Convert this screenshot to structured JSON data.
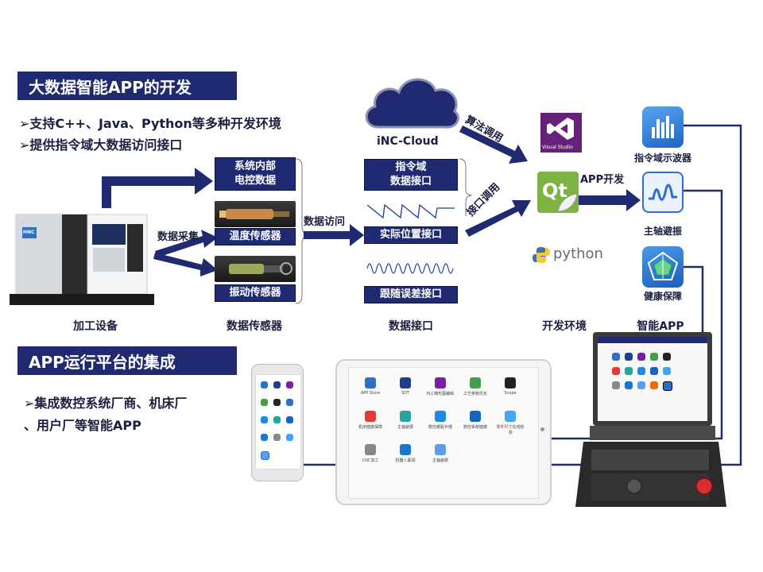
{
  "section1": {
    "title": "大数据智能APP的开发",
    "bullet1": "➢支持C++、Java、Python等多种开发环境",
    "bullet2": "➢提供指令域大数据访问接口"
  },
  "section2": {
    "title": "APP运行平台的集成",
    "bullet1": "➢集成数控系统厂商、机床厂",
    "bullet2": "、用户厂等智能APP"
  },
  "sensors": {
    "internal_line1": "系统内部",
    "internal_line2": "电控数据",
    "temp": "温度传感器",
    "vibration": "振动传感器"
  },
  "interfaces": {
    "cmd_line1": "指令域",
    "cmd_line2": "数据接口",
    "position": "实际位置接口",
    "following": "跟随误差接口"
  },
  "cloud": {
    "label": "iNC-Cloud"
  },
  "arrows": {
    "collect": "数据采集",
    "access": "数据访问",
    "algorithm": "算法调用",
    "interface_call": "接口调用",
    "app_dev": "APP开发"
  },
  "dev": {
    "vs_caption": "Visual Studio",
    "qt_letters": "Qt",
    "python": "python"
  },
  "apps": {
    "oscilloscope": "指令域示波器",
    "spindle": "主轴避振",
    "health": "健康保障"
  },
  "machine": {
    "badge": "HNC"
  },
  "captions": {
    "equipment": "加工设备",
    "sensors": "数据传感器",
    "interfaces": "数据接口",
    "devenv": "开发环境",
    "apps": "智能APP"
  },
  "tablet_apps": [
    "APP Store",
    "SDT",
    "PLC梯形图编辑",
    "工艺参数优化",
    "Scope",
    "机床健康保障",
    "主轴避振",
    "数控螺距补偿",
    "数控系统健康",
    "零件尺寸在线检测",
    "CNC加工",
    "机器人联调",
    "主轴避振"
  ],
  "colors": {
    "navy": "#1f2a70",
    "accent": "#2e6fc7"
  }
}
